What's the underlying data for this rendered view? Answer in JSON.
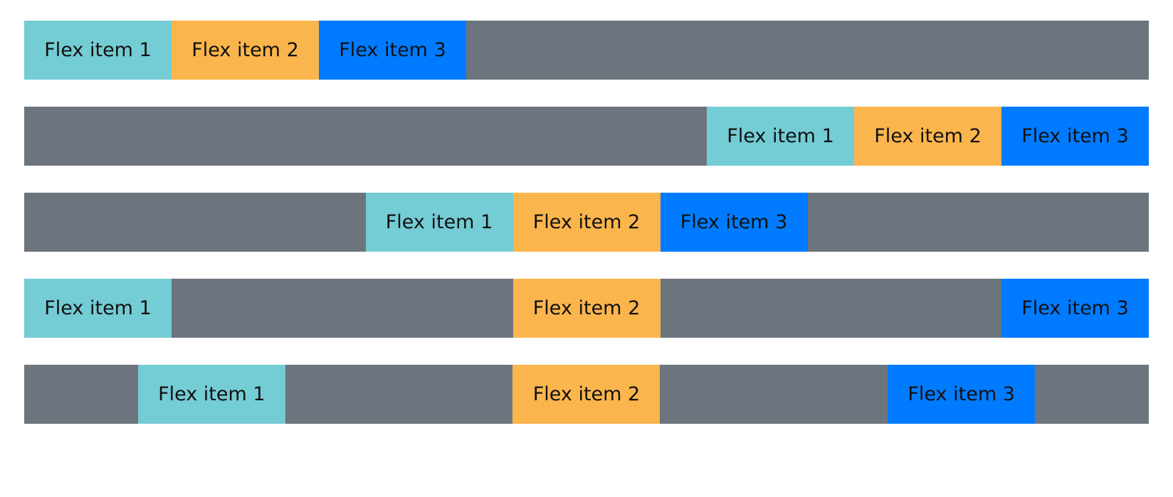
{
  "colors": {
    "container_bg": "#6c757d",
    "item_1_bg": "#74ccd4",
    "item_2_bg": "#fbb54d",
    "item_3_bg": "#007bff",
    "text": "#111111"
  },
  "rows": [
    {
      "items": [
        "Flex item 1",
        "Flex item 2",
        "Flex item 3"
      ]
    },
    {
      "items": [
        "Flex item 1",
        "Flex item 2",
        "Flex item 3"
      ]
    },
    {
      "items": [
        "Flex item 1",
        "Flex item 2",
        "Flex item 3"
      ]
    },
    {
      "items": [
        "Flex item 1",
        "Flex item 2",
        "Flex item 3"
      ]
    },
    {
      "items": [
        "Flex item 1",
        "Flex item 2",
        "Flex item 3"
      ]
    }
  ]
}
